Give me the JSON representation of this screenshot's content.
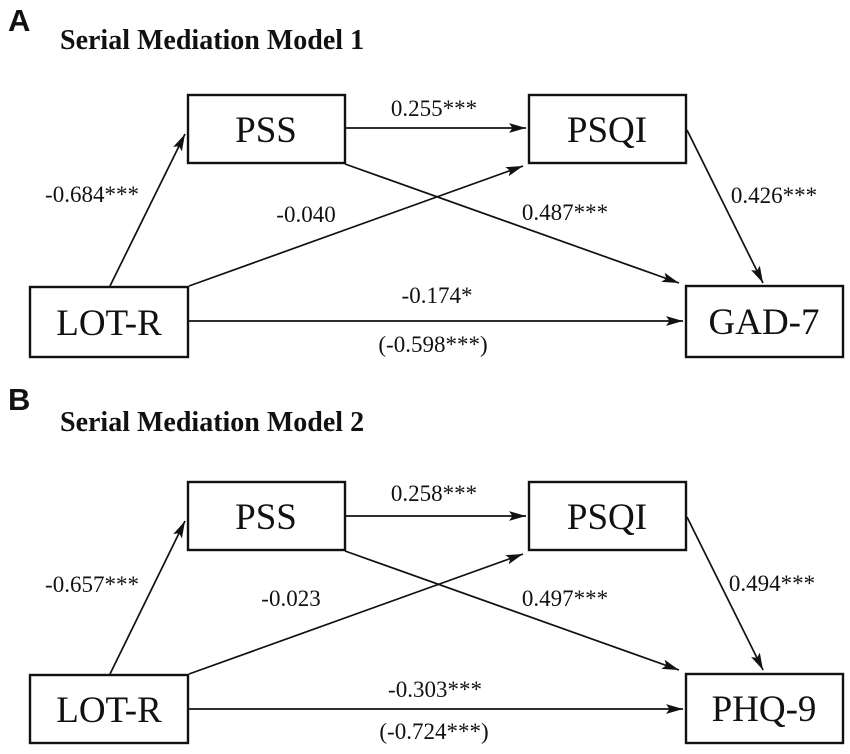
{
  "colors": {
    "ink": "#111111",
    "bg": "#ffffff"
  },
  "figure": {
    "panels": [
      {
        "label": "A",
        "title": "Serial Mediation Model 1",
        "nodes": {
          "predictor": "LOT-R",
          "mediator1": "PSS",
          "mediator2": "PSQI",
          "outcome": "GAD-7"
        },
        "coefficients": {
          "predictor_to_mediator1": "-0.684***",
          "mediator1_to_mediator2": "0.255***",
          "predictor_to_mediator2": "-0.040",
          "mediator1_to_outcome": "0.487***",
          "mediator2_to_outcome": "0.426***",
          "direct_effect": "-0.174*",
          "total_effect": "(-0.598***)"
        }
      },
      {
        "label": "B",
        "title": "Serial Mediation Model 2",
        "nodes": {
          "predictor": "LOT-R",
          "mediator1": "PSS",
          "mediator2": "PSQI",
          "outcome": "PHQ-9"
        },
        "coefficients": {
          "predictor_to_mediator1": "-0.657***",
          "mediator1_to_mediator2": "0.258***",
          "predictor_to_mediator2": "-0.023",
          "mediator1_to_outcome": "0.497***",
          "mediator2_to_outcome": "0.494***",
          "direct_effect": "-0.303***",
          "total_effect": "(-0.724***)"
        }
      }
    ]
  }
}
